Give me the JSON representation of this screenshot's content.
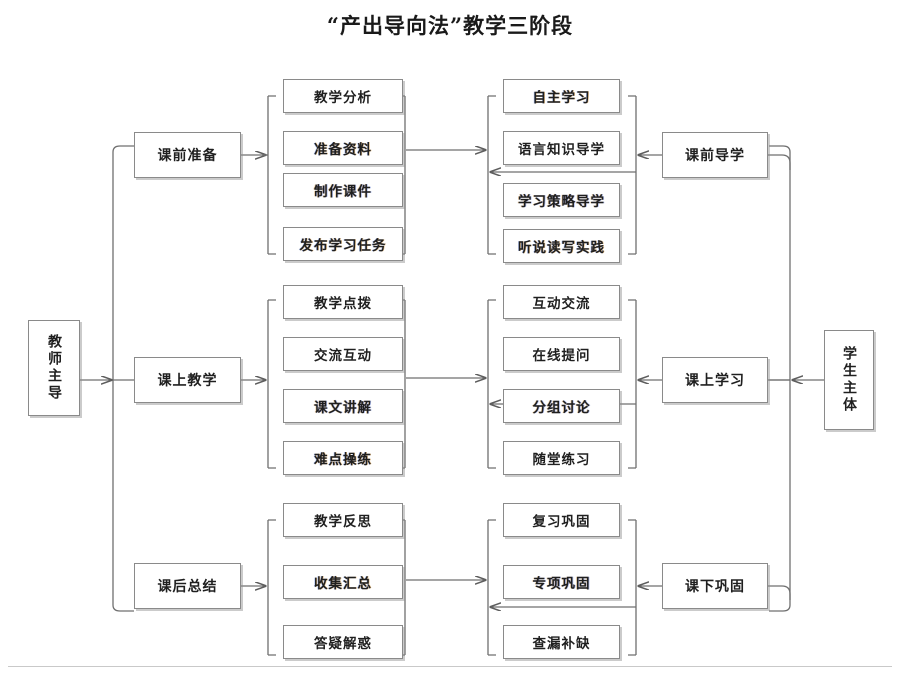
{
  "title": "“产出导向法”教学三阶段",
  "actors": {
    "left": {
      "label": "教师主导",
      "name": "teacher-led"
    },
    "right": {
      "label": "学生主体",
      "name": "student-centered"
    }
  },
  "stages": [
    {
      "key": "pre",
      "label": "课前准备",
      "anchor": "课前导学"
    },
    {
      "key": "in",
      "label": "课上教学",
      "anchor": "课上学习"
    },
    {
      "key": "post",
      "label": "课后总结",
      "anchor": "课下巩固"
    }
  ],
  "teacher_activities": {
    "pre": [
      "教学分析",
      "准备资料",
      "制作课件",
      "发布学习任务"
    ],
    "in": [
      "教学点拨",
      "交流互动",
      "课文讲解",
      "难点操练"
    ],
    "post": [
      "教学反思",
      "收集汇总",
      "答疑解惑"
    ]
  },
  "student_activities": {
    "pre": [
      "自主学习",
      "语言知识导学",
      "学习策略导学",
      "听说读写实践"
    ],
    "in": [
      "互动交流",
      "在线提问",
      "分组讨论",
      "随堂练习"
    ],
    "post": [
      "复习巩固",
      "专项巩固",
      "查漏补缺"
    ]
  },
  "colors": {
    "box_border": "#8a8a8a",
    "wire": "#6f6f6f",
    "text": "#1f1f1f",
    "background": "#ffffff"
  }
}
